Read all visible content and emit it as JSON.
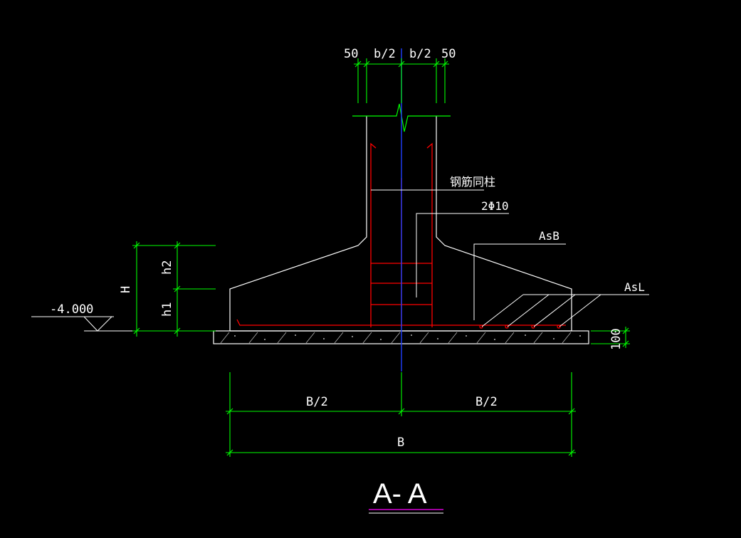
{
  "colors": {
    "background": "#000000",
    "outline": "#ffffff",
    "dimension": "#00ff00",
    "rebar": "#ff0000",
    "centerline": "#0000ff",
    "title_underline": "#ff00ff"
  },
  "column_top_dims": {
    "left_cover": "50",
    "left_half": "b/2",
    "right_half": "b/2",
    "right_cover": "50"
  },
  "height_dims": {
    "total": "H",
    "upper": "h2",
    "lower": "h1"
  },
  "elevation": "-4.000",
  "pad_thickness": "100",
  "bottom_dims": {
    "left_half": "B/2",
    "right_half": "B/2",
    "total": "B"
  },
  "labels": {
    "column_rebar": "钢筋同柱",
    "stirrup": "2Φ10",
    "rebar_b": "AsB",
    "rebar_l": "AsL"
  },
  "section_title": "A- A"
}
